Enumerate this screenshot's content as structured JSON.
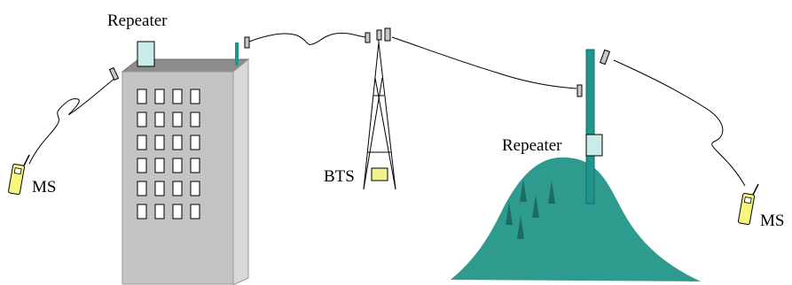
{
  "labels": {
    "repeater_building": "Repeater",
    "repeater_hill": "Repeater",
    "bts": "BTS",
    "ms_left": "MS",
    "ms_right": "MS"
  },
  "colors": {
    "repeater_box": "#c9ece8",
    "antenna_mast": "#1f958c",
    "building_front": "#c4c4c4",
    "building_side": "#d9d9d9",
    "building_roof": "#8c8c8c",
    "hill": "#2f9a8e",
    "trees": "#1e6b66",
    "phone": "#f7f77d",
    "bts_box": "#f2f28c",
    "antenna_panel": "#c8c8c8"
  }
}
